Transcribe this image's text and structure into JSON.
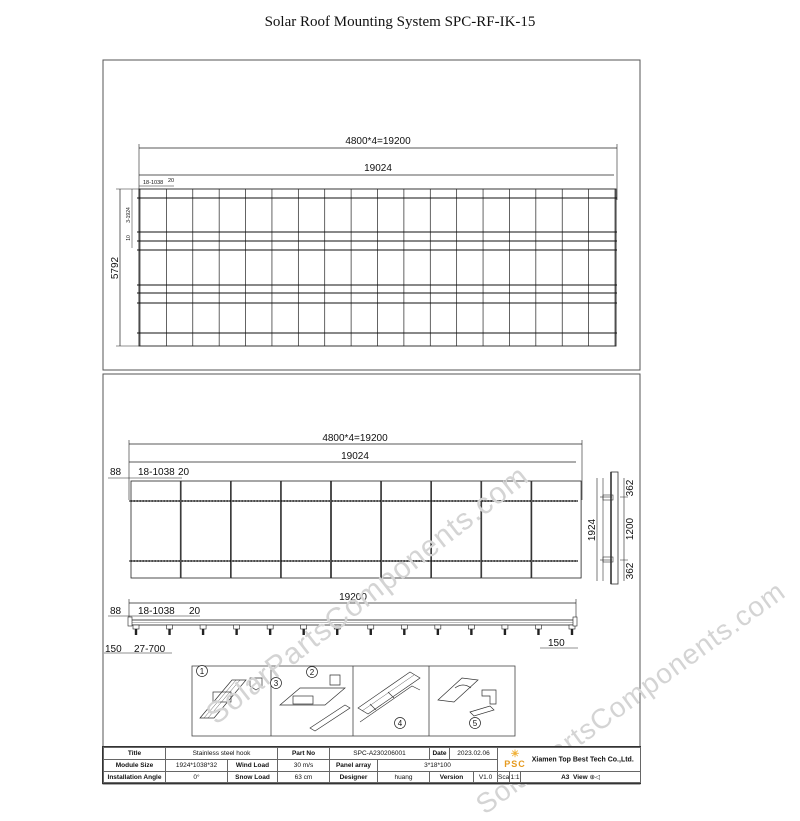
{
  "document": {
    "title": "Solar Roof Mounting System SPC-RF-IK-15"
  },
  "watermark": "SolarPartsComponents.com",
  "top_view": {
    "total_dim": "4800*4=19200",
    "rail_dim": "19024",
    "offset_dim": "18-1038",
    "gap_dim": "20",
    "height_dim": "5792",
    "small_dim_1": "3-1924",
    "small_dim_2": "10",
    "columns": 18,
    "rows": 3
  },
  "front_view": {
    "total_dim": "4800*4=19200",
    "rail_dim": "19024",
    "edge_dim": "88",
    "offset_dim": "18-1038",
    "gap_dim": "20",
    "panels": 9
  },
  "side_view": {
    "panel_dim": "1924",
    "top_dim": "362",
    "mid_dim": "1200",
    "bottom_dim": "362"
  },
  "rail_view": {
    "length_dim": "19200",
    "edge_dim": "88",
    "offset_dim": "18-1038",
    "gap_dim": "20",
    "left_end_dim": "150",
    "hook_spacing_dim": "27-700",
    "right_end_dim": "150",
    "hooks": 14
  },
  "details": [
    {
      "number": "1"
    },
    {
      "number": "2"
    },
    {
      "number": "3"
    },
    {
      "number": "4"
    },
    {
      "number": "5"
    }
  ],
  "title_block": {
    "title_label": "Title",
    "title_value": "Stainless steel hook",
    "part_no_label": "Part No",
    "part_no_value": "SPC-A230206001",
    "date_label": "Date",
    "date_value": "2023.02.06",
    "company": "Xiamen Top Best Tech Co.,Ltd.",
    "logo_text": "PSC",
    "module_size_label": "Module Size",
    "module_size_value": "1924*1038*32",
    "wind_load_label": "Wind Load",
    "wind_load_value": "30 m/s",
    "panel_array_label": "Panel array",
    "panel_array_value": "3*18*100",
    "angle_label": "Installation Angle",
    "angle_value": "0°",
    "snow_load_label": "Snow Load",
    "snow_load_value": "63 cm",
    "designer_label": "Designer",
    "designer_value": "huang",
    "version_label": "Version",
    "version_value": "V1.0",
    "scale_label": "Scale",
    "scale_value": "1:1",
    "paper_value": "A3",
    "view_label": "View"
  }
}
